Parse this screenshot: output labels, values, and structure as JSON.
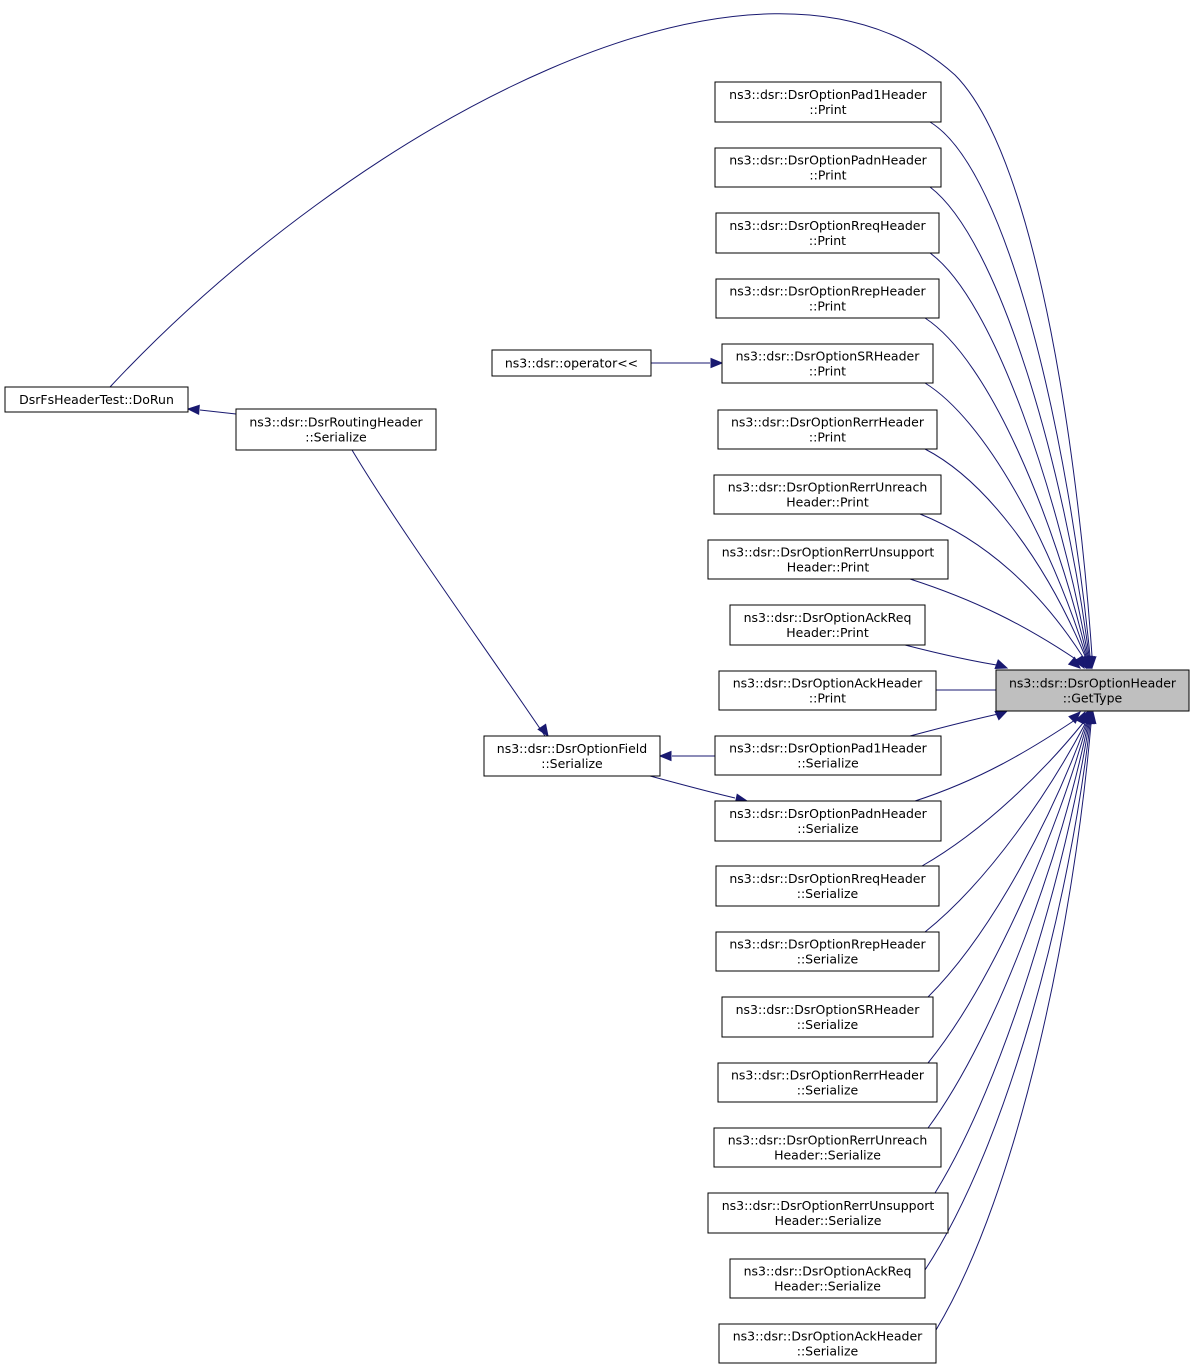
{
  "graph": {
    "nodes": [
      {
        "id": "gettype",
        "lines": [
          "ns3::dsr::DsrOptionHeader",
          "::GetType"
        ],
        "focus": true
      },
      {
        "id": "dorun",
        "lines": [
          "DsrFsHeaderTest::DoRun"
        ]
      },
      {
        "id": "routing_serialize",
        "lines": [
          "ns3::dsr::DsrRoutingHeader",
          "::Serialize"
        ]
      },
      {
        "id": "operator",
        "lines": [
          "ns3::dsr::operator<<"
        ]
      },
      {
        "id": "field_serialize",
        "lines": [
          "ns3::dsr::DsrOptionField",
          "::Serialize"
        ]
      },
      {
        "id": "pad1_print",
        "lines": [
          "ns3::dsr::DsrOptionPad1Header",
          "::Print"
        ]
      },
      {
        "id": "padn_print",
        "lines": [
          "ns3::dsr::DsrOptionPadnHeader",
          "::Print"
        ]
      },
      {
        "id": "rreq_print",
        "lines": [
          "ns3::dsr::DsrOptionRreqHeader",
          "::Print"
        ]
      },
      {
        "id": "rrep_print",
        "lines": [
          "ns3::dsr::DsrOptionRrepHeader",
          "::Print"
        ]
      },
      {
        "id": "sr_print",
        "lines": [
          "ns3::dsr::DsrOptionSRHeader",
          "::Print"
        ]
      },
      {
        "id": "rerr_print",
        "lines": [
          "ns3::dsr::DsrOptionRerrHeader",
          "::Print"
        ]
      },
      {
        "id": "rerrunreach_print",
        "lines": [
          "ns3::dsr::DsrOptionRerrUnreach",
          "Header::Print"
        ]
      },
      {
        "id": "rerrunsupport_print",
        "lines": [
          "ns3::dsr::DsrOptionRerrUnsupport",
          "Header::Print"
        ]
      },
      {
        "id": "ackreq_print",
        "lines": [
          "ns3::dsr::DsrOptionAckReq",
          "Header::Print"
        ]
      },
      {
        "id": "ack_print",
        "lines": [
          "ns3::dsr::DsrOptionAckHeader",
          "::Print"
        ]
      },
      {
        "id": "pad1_serialize",
        "lines": [
          "ns3::dsr::DsrOptionPad1Header",
          "::Serialize"
        ]
      },
      {
        "id": "padn_serialize",
        "lines": [
          "ns3::dsr::DsrOptionPadnHeader",
          "::Serialize"
        ]
      },
      {
        "id": "rreq_serialize",
        "lines": [
          "ns3::dsr::DsrOptionRreqHeader",
          "::Serialize"
        ]
      },
      {
        "id": "rrep_serialize",
        "lines": [
          "ns3::dsr::DsrOptionRrepHeader",
          "::Serialize"
        ]
      },
      {
        "id": "sr_serialize",
        "lines": [
          "ns3::dsr::DsrOptionSRHeader",
          "::Serialize"
        ]
      },
      {
        "id": "rerr_serialize",
        "lines": [
          "ns3::dsr::DsrOptionRerrHeader",
          "::Serialize"
        ]
      },
      {
        "id": "rerrunreach_serialize",
        "lines": [
          "ns3::dsr::DsrOptionRerrUnreach",
          "Header::Serialize"
        ]
      },
      {
        "id": "rerrunsupport_serialize",
        "lines": [
          "ns3::dsr::DsrOptionRerrUnsupport",
          "Header::Serialize"
        ]
      },
      {
        "id": "ackreq_serialize",
        "lines": [
          "ns3::dsr::DsrOptionAckReq",
          "Header::Serialize"
        ]
      },
      {
        "id": "ack_serialize",
        "lines": [
          "ns3::dsr::DsrOptionAckHeader",
          "::Serialize"
        ]
      }
    ],
    "edges": [
      {
        "from": "dorun",
        "to": "gettype"
      },
      {
        "from": "pad1_print",
        "to": "gettype"
      },
      {
        "from": "padn_print",
        "to": "gettype"
      },
      {
        "from": "rreq_print",
        "to": "gettype"
      },
      {
        "from": "rrep_print",
        "to": "gettype"
      },
      {
        "from": "sr_print",
        "to": "gettype"
      },
      {
        "from": "rerr_print",
        "to": "gettype"
      },
      {
        "from": "rerrunreach_print",
        "to": "gettype"
      },
      {
        "from": "rerrunsupport_print",
        "to": "gettype"
      },
      {
        "from": "ackreq_print",
        "to": "gettype"
      },
      {
        "from": "ack_print",
        "to": "gettype"
      },
      {
        "from": "pad1_serialize",
        "to": "gettype"
      },
      {
        "from": "padn_serialize",
        "to": "gettype"
      },
      {
        "from": "rreq_serialize",
        "to": "gettype"
      },
      {
        "from": "rrep_serialize",
        "to": "gettype"
      },
      {
        "from": "sr_serialize",
        "to": "gettype"
      },
      {
        "from": "rerr_serialize",
        "to": "gettype"
      },
      {
        "from": "rerrunreach_serialize",
        "to": "gettype"
      },
      {
        "from": "rerrunsupport_serialize",
        "to": "gettype"
      },
      {
        "from": "ackreq_serialize",
        "to": "gettype"
      },
      {
        "from": "ack_serialize",
        "to": "gettype"
      },
      {
        "from": "operator",
        "to": "sr_print"
      },
      {
        "from": "routing_serialize",
        "to": "dorun"
      },
      {
        "from": "field_serialize",
        "to": "routing_serialize"
      },
      {
        "from": "pad1_serialize",
        "to": "field_serialize"
      },
      {
        "from": "field_serialize",
        "to": "padn_serialize"
      }
    ]
  }
}
